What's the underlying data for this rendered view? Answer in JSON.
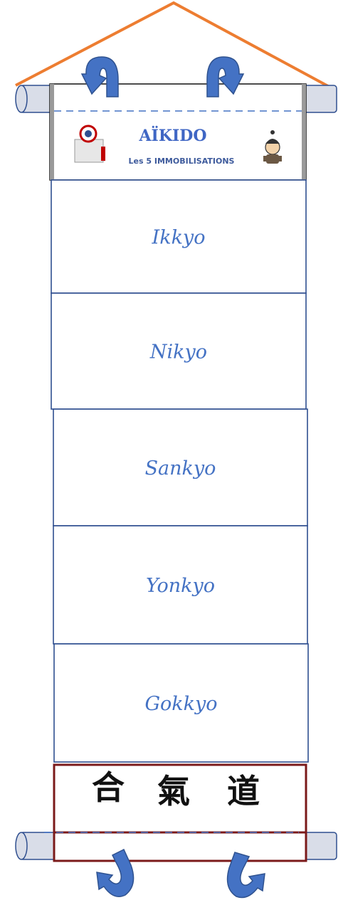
{
  "scroll": {
    "header": {
      "title": "AÏKIDO",
      "subtitle": "Les 5 IMMOBILISATIONS"
    },
    "panels": [
      {
        "label": "Ikkyo"
      },
      {
        "label": "Nikyo"
      },
      {
        "label": "Sankyo"
      },
      {
        "label": "Yonkyo"
      },
      {
        "label": "Gokkyo"
      }
    ],
    "footer": {
      "kanji": [
        "合",
        "氣",
        "道"
      ]
    }
  },
  "colors": {
    "hanger_string": "#ed7d31",
    "arrow": "#4472c4",
    "arrow_stroke": "#2f528f",
    "panel_border": "#2f4f8f",
    "footer_border": "#7b1a1a",
    "rod": "#d9dde8",
    "rod_stroke": "#2f4f8f",
    "dash_line": "#4472c4"
  }
}
